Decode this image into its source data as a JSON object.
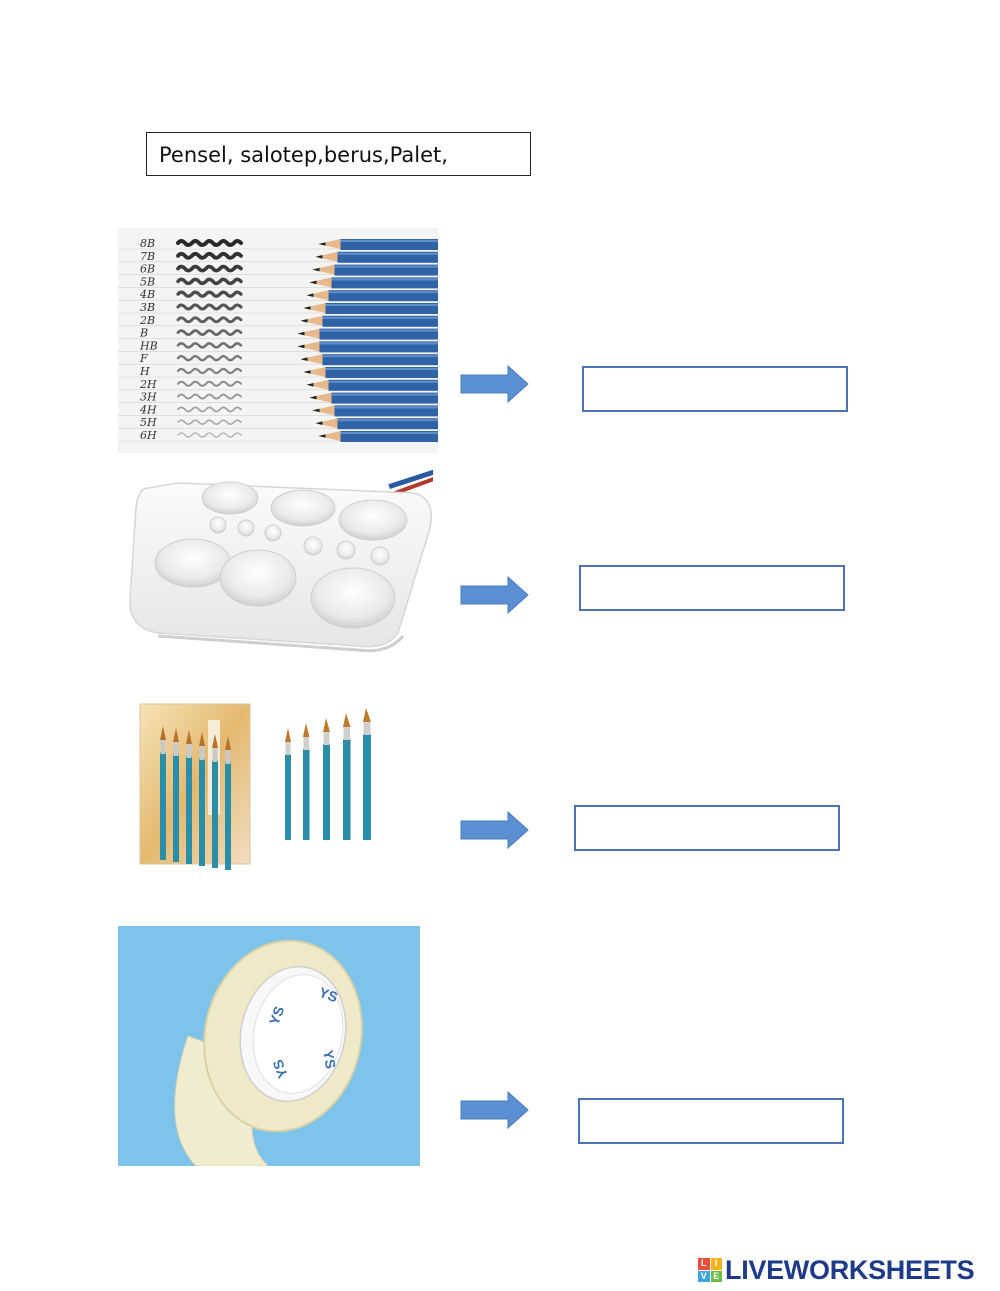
{
  "word_bank": "Pensel, salotep,berus,Palet,",
  "pencil_grades": [
    "8B",
    "7B",
    "6B",
    "5B",
    "4B",
    "3B",
    "2B",
    "B",
    "HB",
    "F",
    "H",
    "2H",
    "3H",
    "4H",
    "5H",
    "6H"
  ],
  "answers": [
    {
      "value": "",
      "placeholder": ""
    },
    {
      "value": "",
      "placeholder": ""
    },
    {
      "value": "",
      "placeholder": ""
    },
    {
      "value": "",
      "placeholder": ""
    }
  ],
  "tape_brand": "YS",
  "brand": {
    "name": "LIVEWORKSHEETS",
    "logo_letters": [
      "L",
      "I",
      "V",
      "E"
    ]
  },
  "colors": {
    "arrow": "#5b8fd1",
    "answer_border": "#4a74b5",
    "pencil_blue": "#2f63a6",
    "brush_blue": "#2a8ea8",
    "tape_bg": "#7ec3ea",
    "brand": "#1e3b8a"
  }
}
